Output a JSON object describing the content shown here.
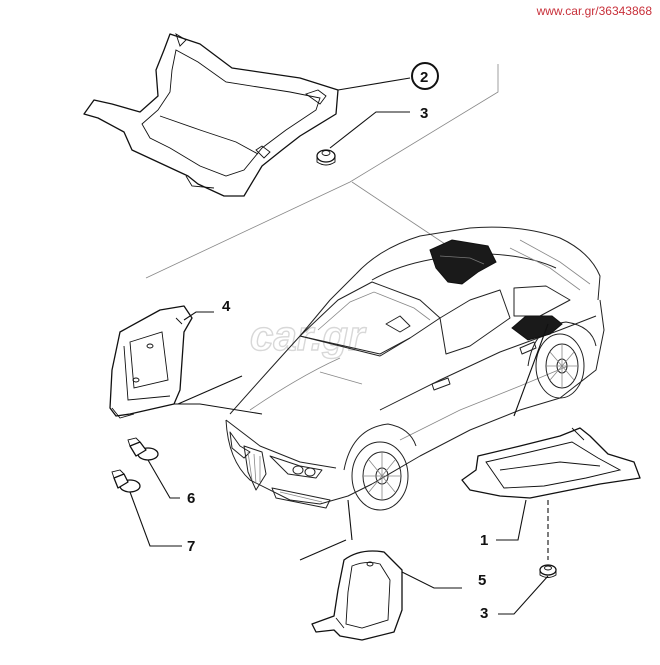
{
  "watermark": "www.car.gr/36343868",
  "logo_text": "car.gr",
  "callouts": [
    {
      "label": "2",
      "circled": true
    },
    {
      "label": "3",
      "circled": false
    },
    {
      "label": "4",
      "circled": false
    },
    {
      "label": "6",
      "circled": false
    },
    {
      "label": "7",
      "circled": false
    },
    {
      "label": "1",
      "circled": false
    },
    {
      "label": "5",
      "circled": false
    },
    {
      "label": "3",
      "circled": false
    }
  ]
}
